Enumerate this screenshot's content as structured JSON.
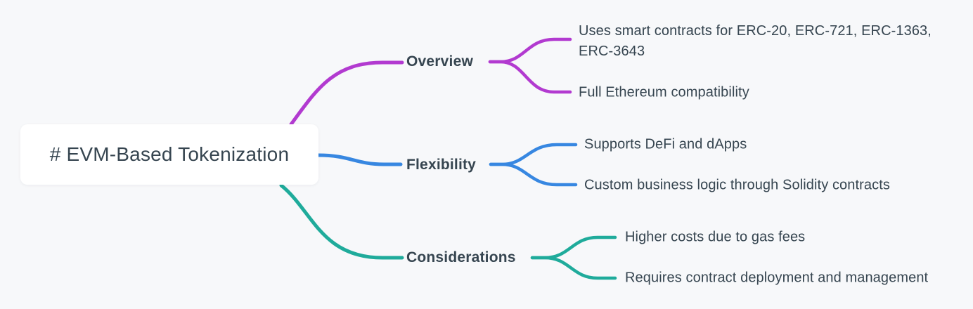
{
  "canvas": {
    "background": "#f7f8fa",
    "text_color": "#364550"
  },
  "root": {
    "label": "# EVM-Based Tokenization"
  },
  "branches": [
    {
      "label": "Overview",
      "color": "#b23ad0",
      "children": [
        {
          "text": "Uses smart contracts for ERC-20, ERC-721, ERC-1363,\nERC-3643"
        },
        {
          "text": "Full Ethereum compatibility"
        }
      ]
    },
    {
      "label": "Flexibility",
      "color": "#3787e1",
      "children": [
        {
          "text": "Supports DeFi and dApps"
        },
        {
          "text": "Custom business logic through Solidity contracts"
        }
      ]
    },
    {
      "label": "Considerations",
      "color": "#1fab9b",
      "children": [
        {
          "text": "Higher costs due to gas fees"
        },
        {
          "text": "Requires contract deployment and management"
        }
      ]
    }
  ]
}
